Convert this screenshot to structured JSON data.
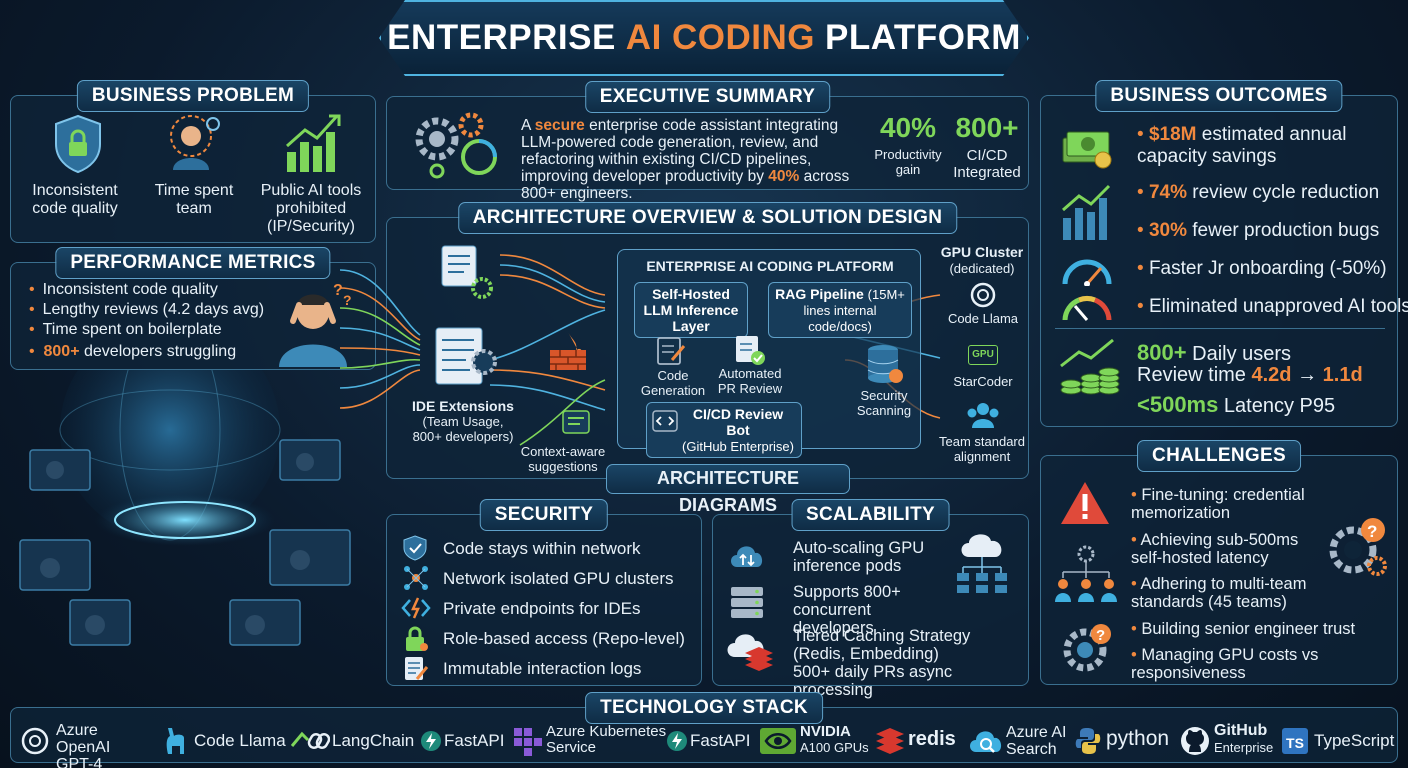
{
  "title": {
    "pre": "ENTERPRISE",
    "hl": "AI CODING",
    "post": "PLATFORM"
  },
  "business_problem": {
    "title": "BUSINESS PROBLEM",
    "items": [
      "Inconsistent code quality",
      "Time spent team",
      "Public AI tools prohibited (IP/Security)"
    ]
  },
  "performance_metrics": {
    "title": "PERFORMANCE METRICS",
    "items": [
      "Inconsistent code quality",
      "Lengthy reviews (4.2 days avg)",
      "Time spent on boilerplate"
    ],
    "last_hl": "800+",
    "last_rest": "developers struggling"
  },
  "executive_summary": {
    "title": "EXECUTIVE SUMMARY",
    "t1": "A",
    "t2": "secure",
    "t3": "enterprise code assistant integrating LLM-powered code generation, review, and refactoring within existing CI/CD pipelines, improving developer productivity by",
    "t4": "40%",
    "t5": "across 800+ engineers.",
    "stat1_value": "40%",
    "stat1_label": "Productivity gain",
    "stat2_value": "800+",
    "stat2_label": "CI/CD Integrated"
  },
  "architecture": {
    "title": "ARCHITECTURE OVERVIEW & SOLUTION DESIGN",
    "platform_label": "ENTERPRISE AI CODING PLATFORM",
    "ide_title": "IDE Extensions",
    "ide_sub": "(Team Usage, 800+ developers)",
    "context_label": "Context-aware suggestions",
    "llm_node": "Self-Hosted LLM Inference Layer",
    "rag_node": "RAG Pipeline",
    "rag_sub": "(15M+ lines internal code/docs)",
    "code_gen": "Code Generation",
    "pr_review": "Automated PR Review",
    "security_scan": "Security Scanning",
    "cicd_node": "CI/CD Review Bot",
    "cicd_sub": "(GitHub Enterprise)",
    "gpu_title": "GPU Cluster",
    "gpu_sub": "(dedicated)",
    "gpu_chip": "GPU",
    "code_llama": "Code Llama",
    "starcoder": "StarCoder",
    "team_alignment": "Team standard alignment",
    "diagrams_label": "ARCHITECTURE DIAGRAMS"
  },
  "business_outcomes": {
    "title": "BUSINESS OUTCOMES",
    "o1_hl": "$18M",
    "o1_rest": "estimated annual capacity savings",
    "o2_hl": "74%",
    "o2_rest": "review cycle reduction",
    "o3_hl": "30%",
    "o3_rest": "fewer production bugs",
    "o4": "Faster Jr onboarding (-50%)",
    "o5": "Eliminated unapproved AI tools",
    "s1_hl": "800+",
    "s1_rest": "Daily users",
    "s2_pre": "Review time",
    "s2_from": "4.2d",
    "s2_arrow": "→",
    "s2_to": "1.1d",
    "s3_hl": "<500ms",
    "s3_rest": "Latency P95"
  },
  "challenges": {
    "title": "CHALLENGES",
    "items": [
      "Fine-tuning: credential memorization",
      "Achieving sub-500ms self-hosted latency",
      "Adhering to multi-team standards (45 teams)",
      "Building senior engineer trust",
      "Managing GPU costs vs responsiveness"
    ]
  },
  "security": {
    "title": "SECURITY",
    "items": [
      "Code stays within network",
      "Network isolated GPU clusters",
      "Private endpoints for IDEs",
      "Role-based access (Repo-level)",
      "Immutable interaction logs"
    ]
  },
  "scalability": {
    "title": "SCALABILITY",
    "items": [
      "Auto-scaling GPU inference pods",
      "Supports 800+ concurrent developers",
      "Tiered Caching Strategy (Redis, Embedding)",
      "500+ daily PRs async processing"
    ]
  },
  "tech_stack": {
    "title": "TECHNOLOGY STACK",
    "azure_openai_1": "Azure OpenAI",
    "azure_openai_2": "GPT-4",
    "code_llama": "Code Llama",
    "langchain": "LangChain",
    "fastapi1": "FastAPI",
    "aks_1": "Azure Kubernetes",
    "aks_2": "Service",
    "fastapi2": "FastAPI",
    "nvidia_1": "NVIDIA",
    "nvidia_2": "A100 GPUs",
    "redis": "redis",
    "azure_ai_1": "Azure AI",
    "azure_ai_2": "Search",
    "python": "python",
    "github_1": "GitHub",
    "github_2": "Enterprise",
    "ts_badge": "TS",
    "typescript": "TypeScript"
  },
  "colors": {
    "accent": "#f0883e",
    "green": "#7fd65a",
    "panel_border": "#3a6f8f",
    "bg": "#0b1a2c"
  }
}
